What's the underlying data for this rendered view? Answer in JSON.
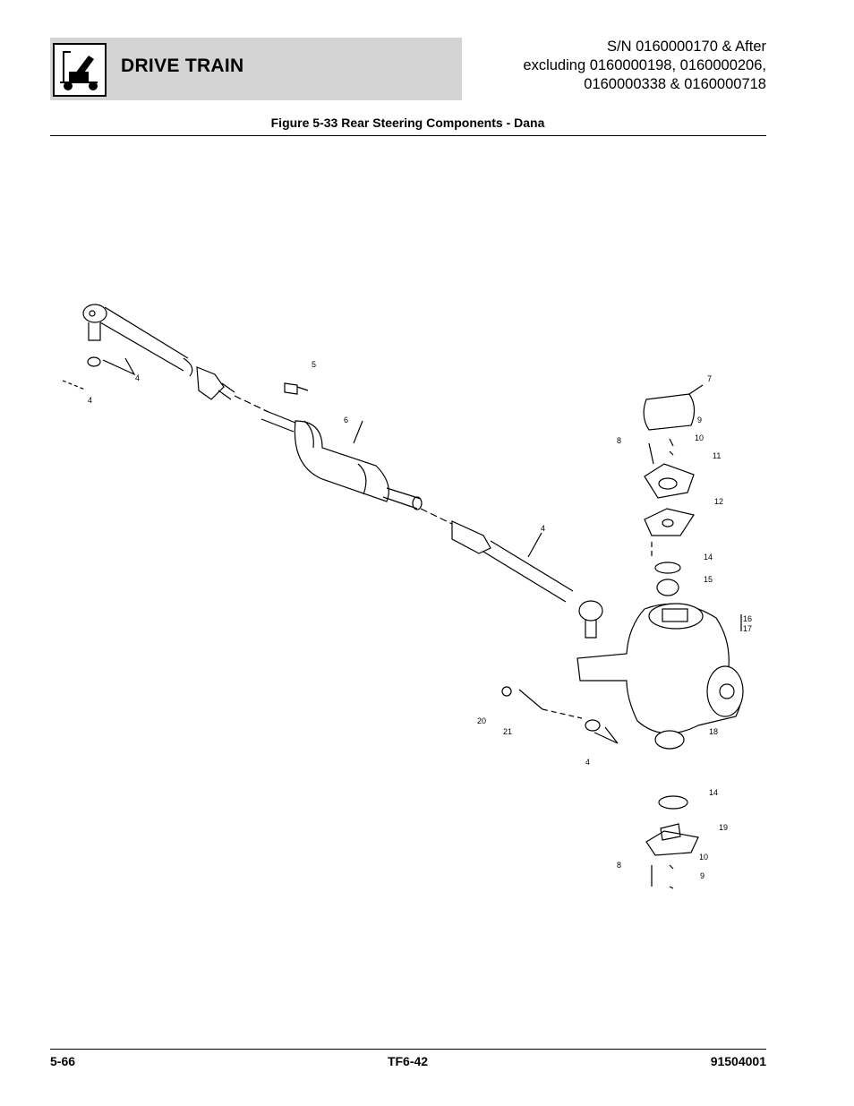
{
  "header": {
    "section_title": "DRIVE TRAIN",
    "serial_line1": "S/N 0160000170 & After",
    "serial_line2": "excluding 0160000198, 0160000206,",
    "serial_line3": "0160000338 & 0160000718"
  },
  "figure": {
    "title": "Figure 5-33 Rear Steering Components - Dana",
    "callouts": [
      "4",
      "4",
      "5",
      "6",
      "4",
      "7",
      "9",
      "8",
      "10",
      "11",
      "12",
      "14",
      "15",
      "16",
      "17",
      "20",
      "21",
      "4",
      "18",
      "14",
      "19",
      "10",
      "8",
      "9"
    ]
  },
  "footer": {
    "page_number": "5-66",
    "model": "TF6-42",
    "part_number": "91504001"
  }
}
